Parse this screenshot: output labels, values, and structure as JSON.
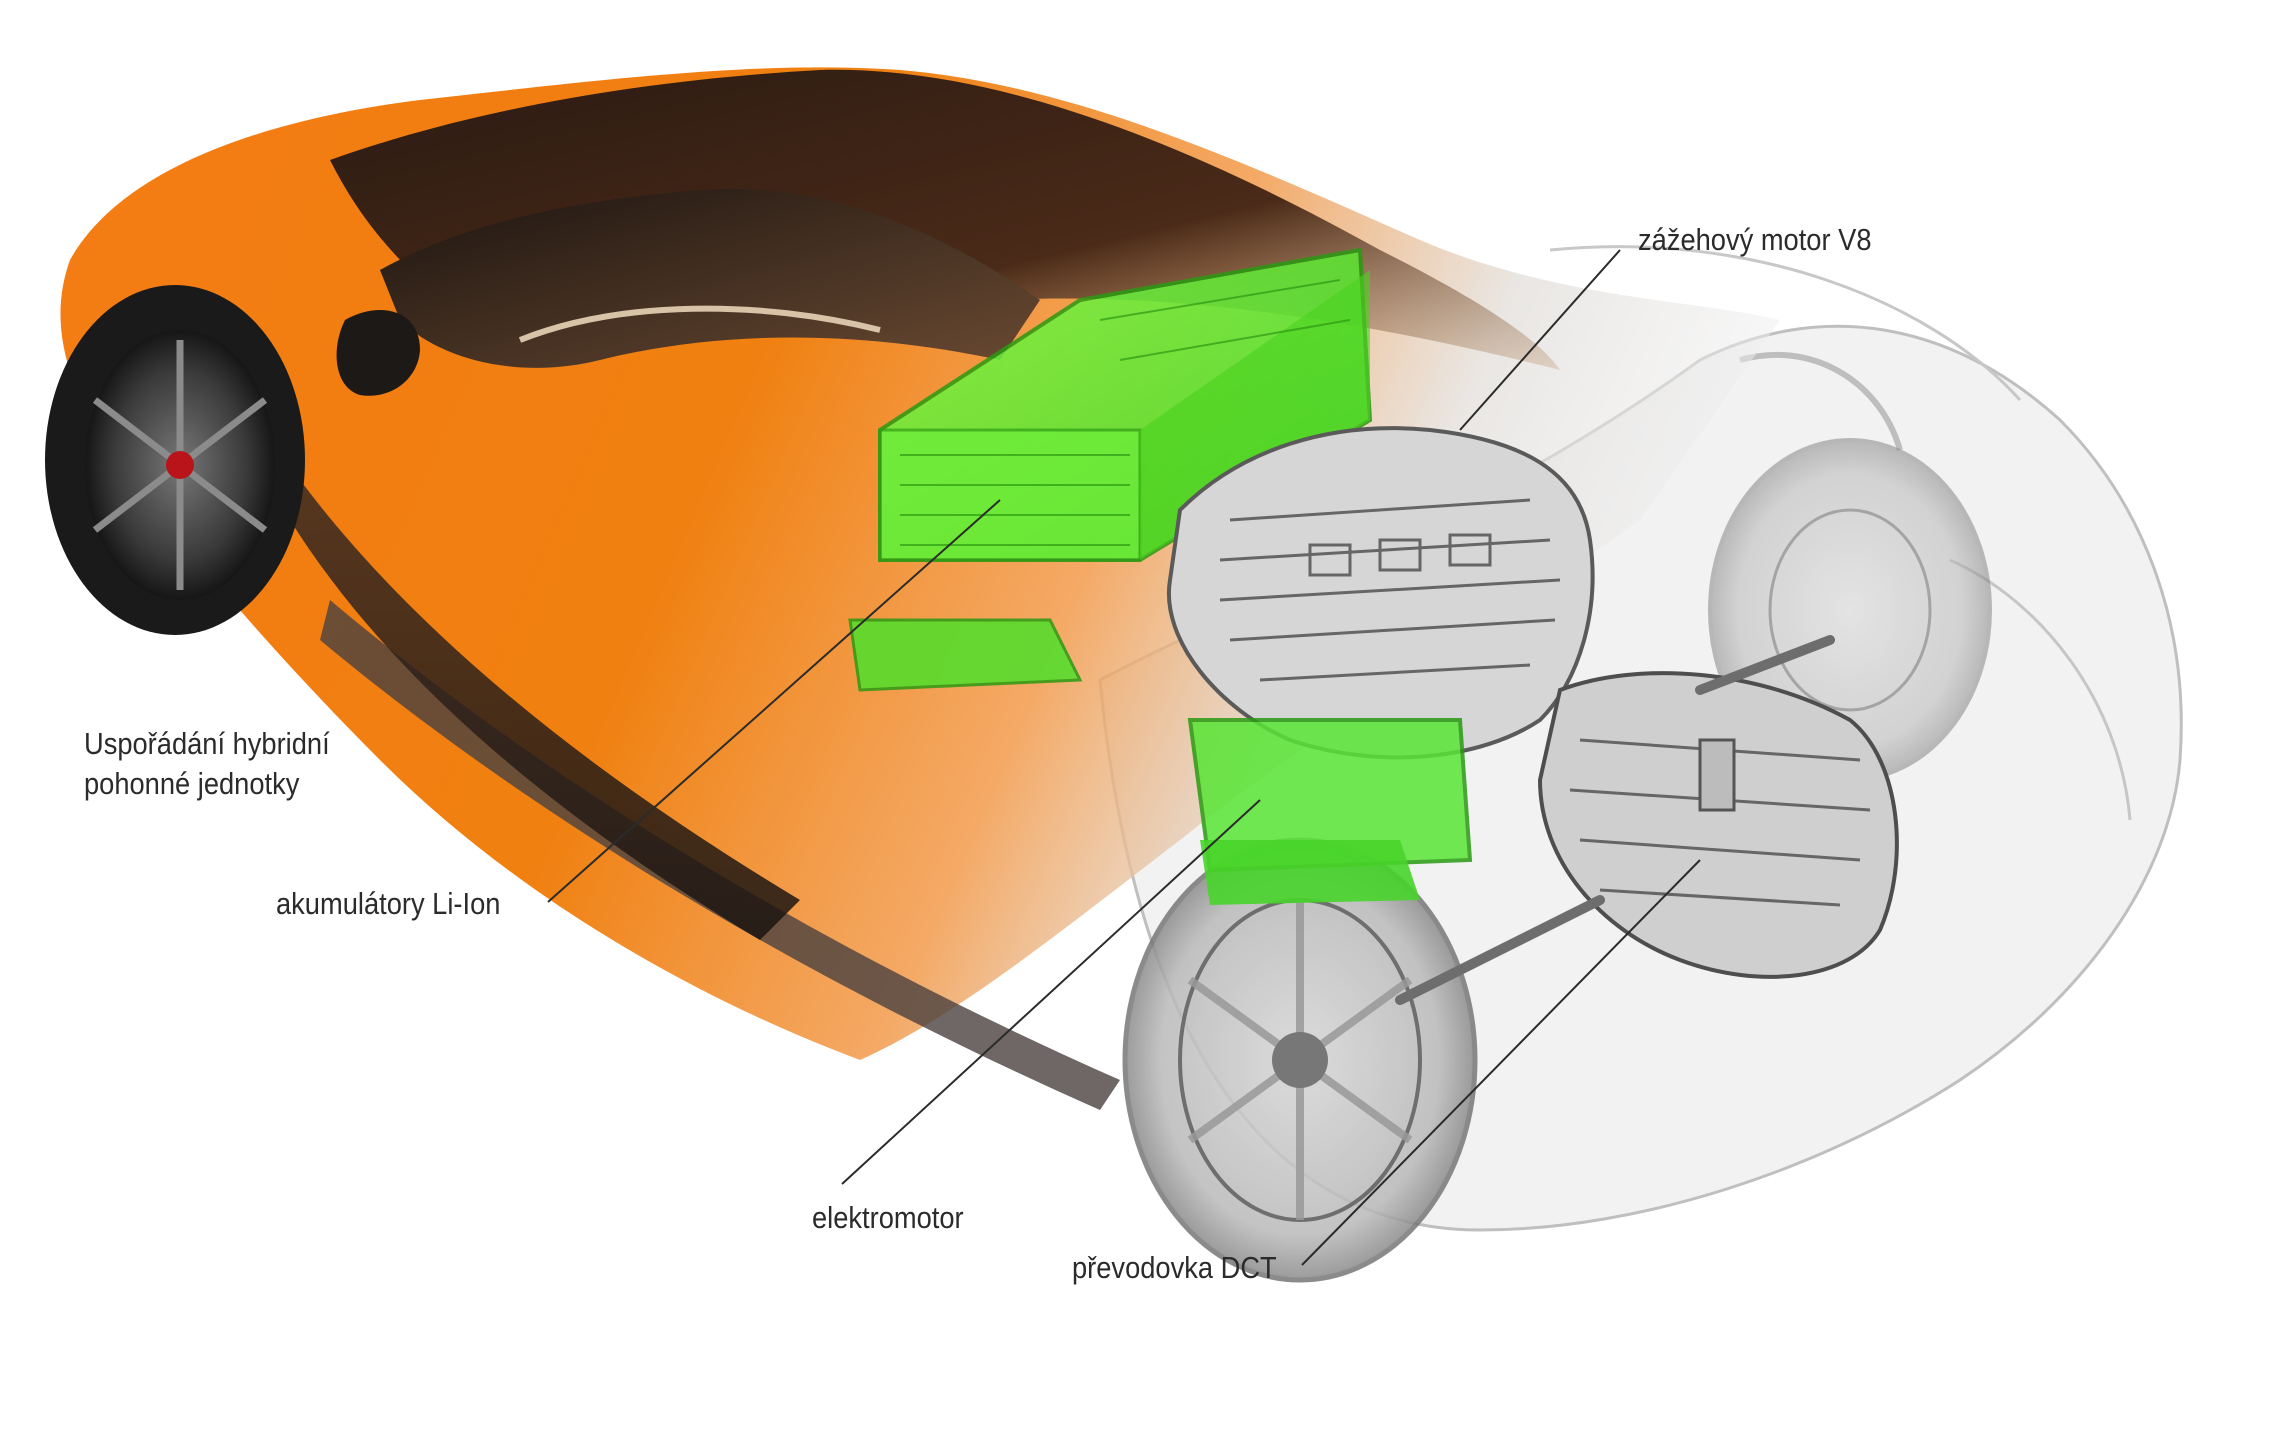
{
  "caption": {
    "line1": "Uspořádání hybridní",
    "line2": "pohonné jednotky"
  },
  "callouts": {
    "battery": "akumulátory Li-Ion",
    "electric_motor": "elektromotor",
    "gearbox": "převodovka DCT",
    "engine": "zážehový motor V8"
  },
  "colors": {
    "body_orange": "#f07a10",
    "battery_green": "#55e830",
    "engine_gray": "#9a9a9a",
    "label_text": "#2b2b2b"
  }
}
